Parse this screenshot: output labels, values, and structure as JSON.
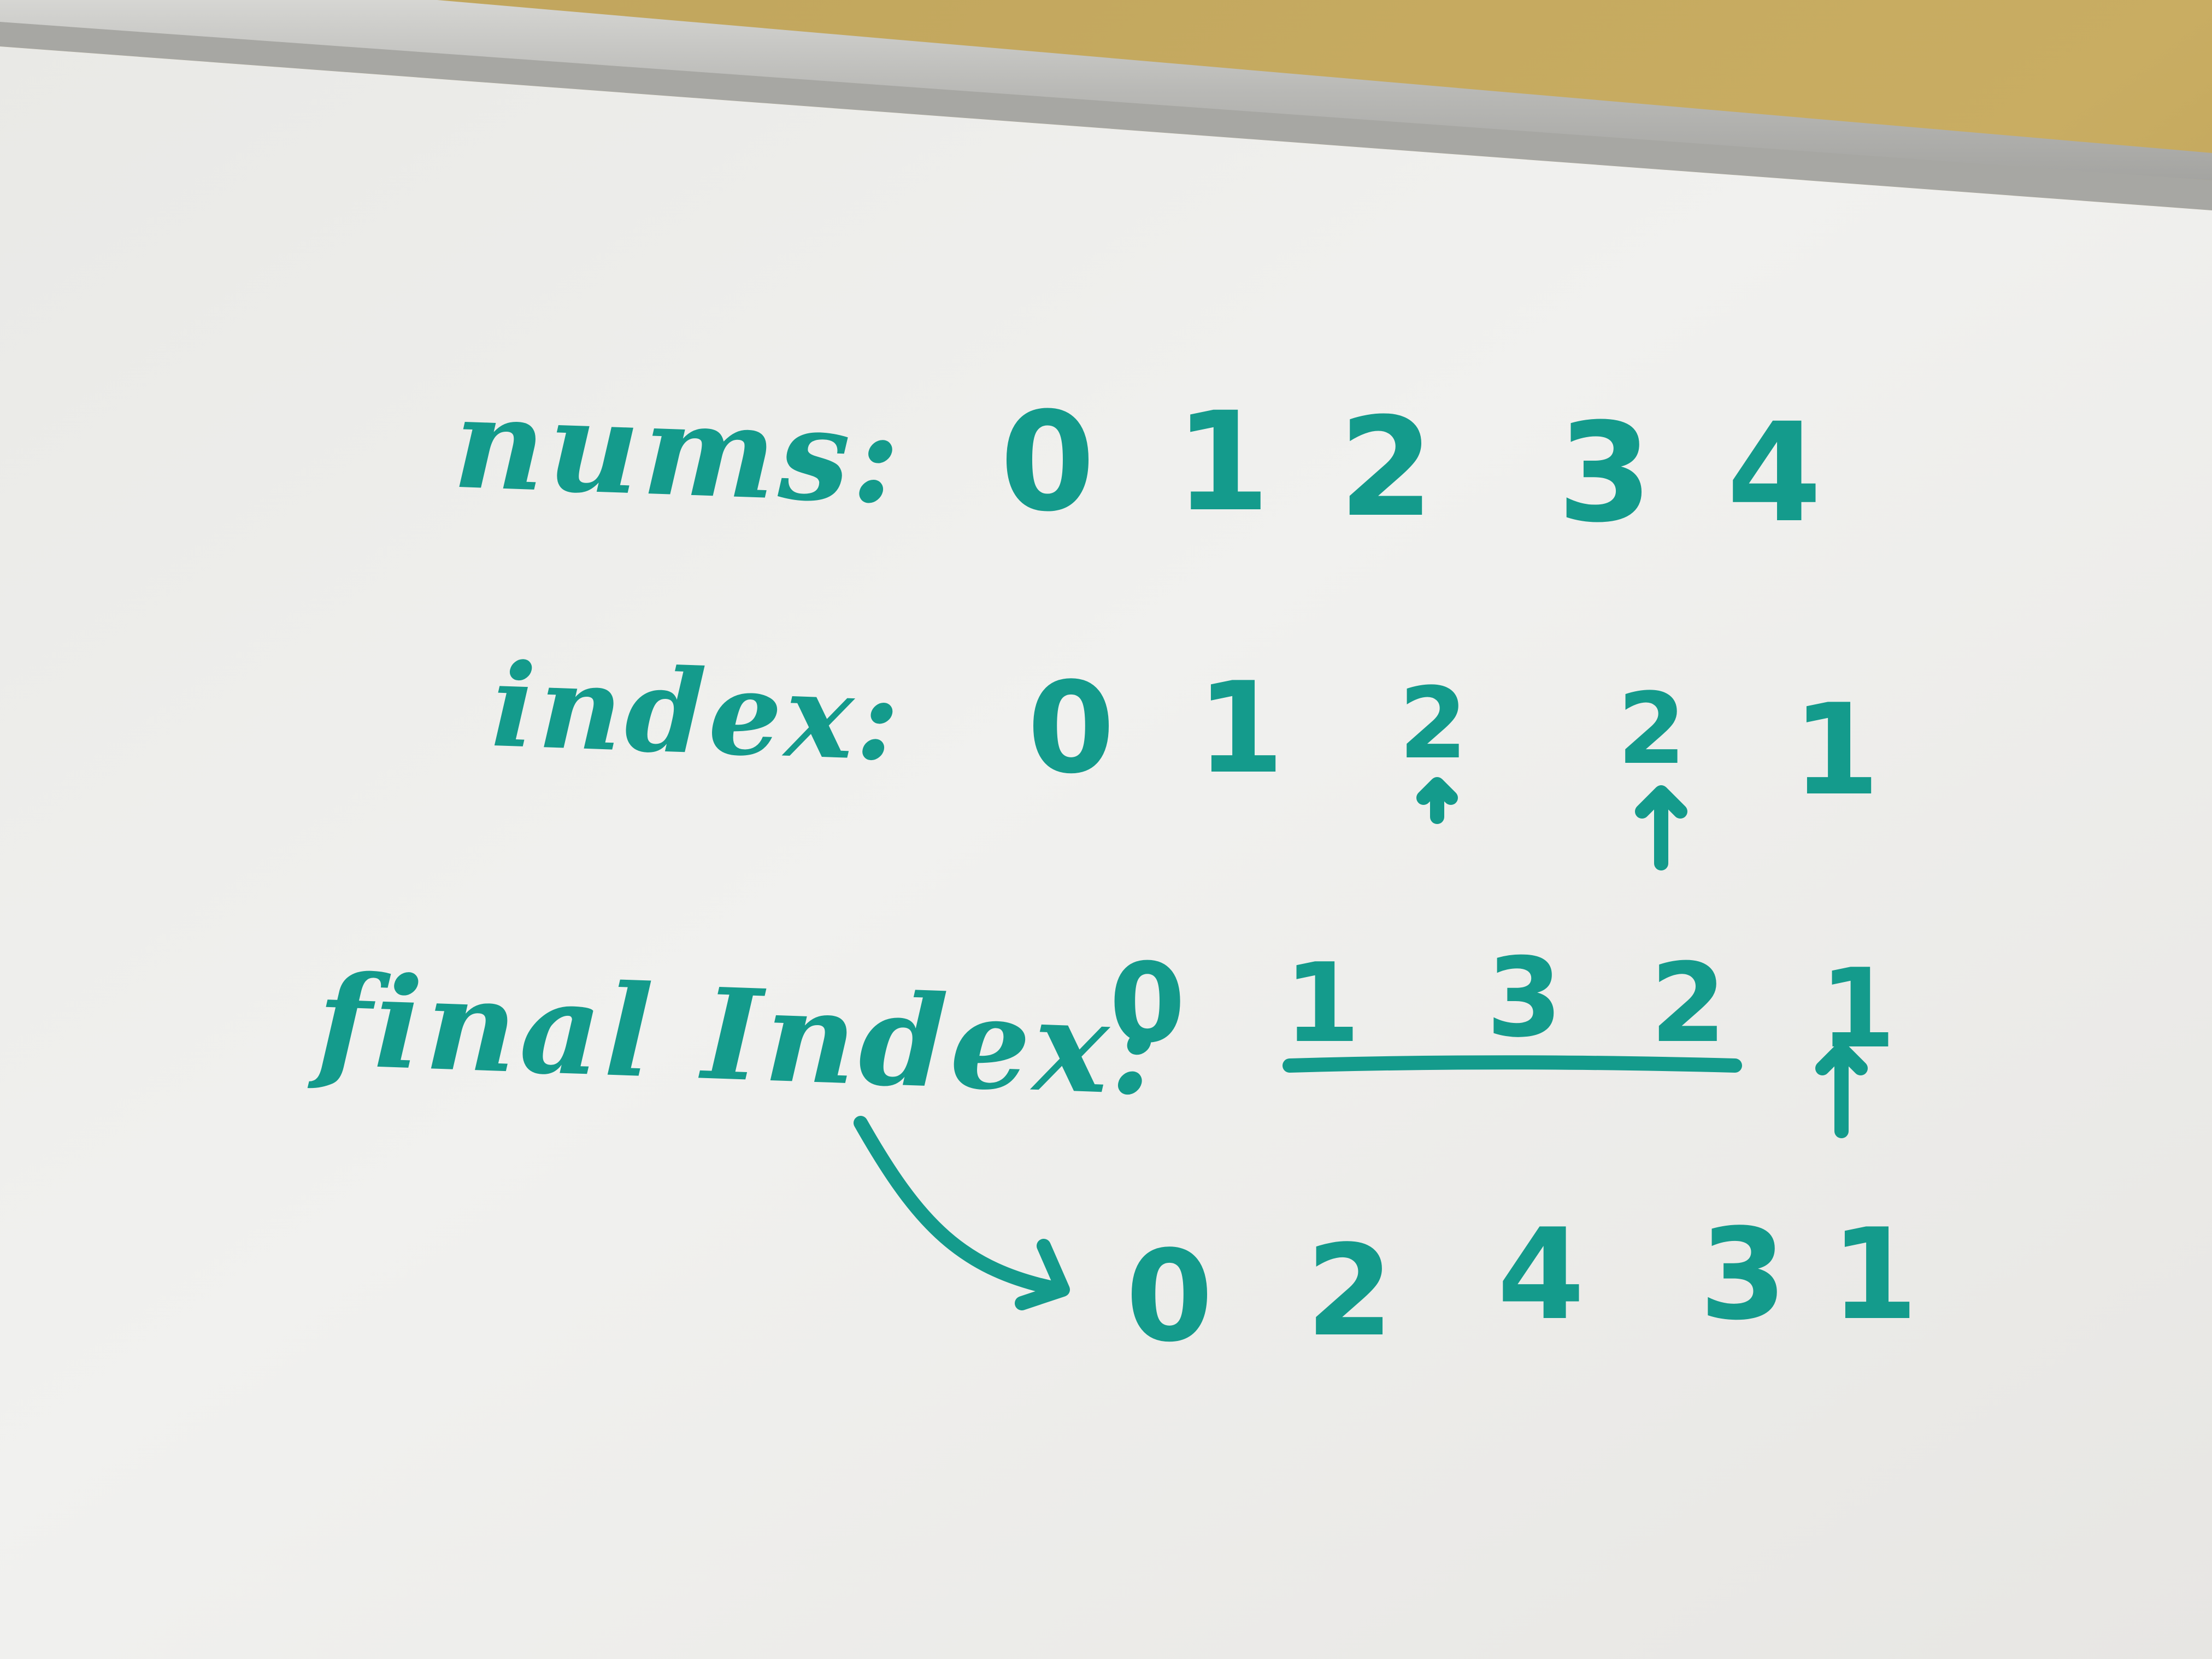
{
  "whiteboard": {
    "rows": [
      {
        "label": "nums:",
        "values": [
          "0",
          "1",
          "2",
          "3",
          "4"
        ]
      },
      {
        "label": "index:",
        "values": [
          "0",
          "1",
          "2",
          "2",
          "1"
        ]
      },
      {
        "label": "final Index:",
        "values": [
          "0",
          "1",
          "3",
          "2",
          "1"
        ]
      },
      {
        "label": "",
        "values": [
          "0",
          "2",
          "4",
          "3",
          "1"
        ]
      }
    ]
  },
  "colors": {
    "marker": "#149b8c",
    "board": "#eeeeec",
    "wall": "#b79a52",
    "frame": "#c7c7c4"
  }
}
